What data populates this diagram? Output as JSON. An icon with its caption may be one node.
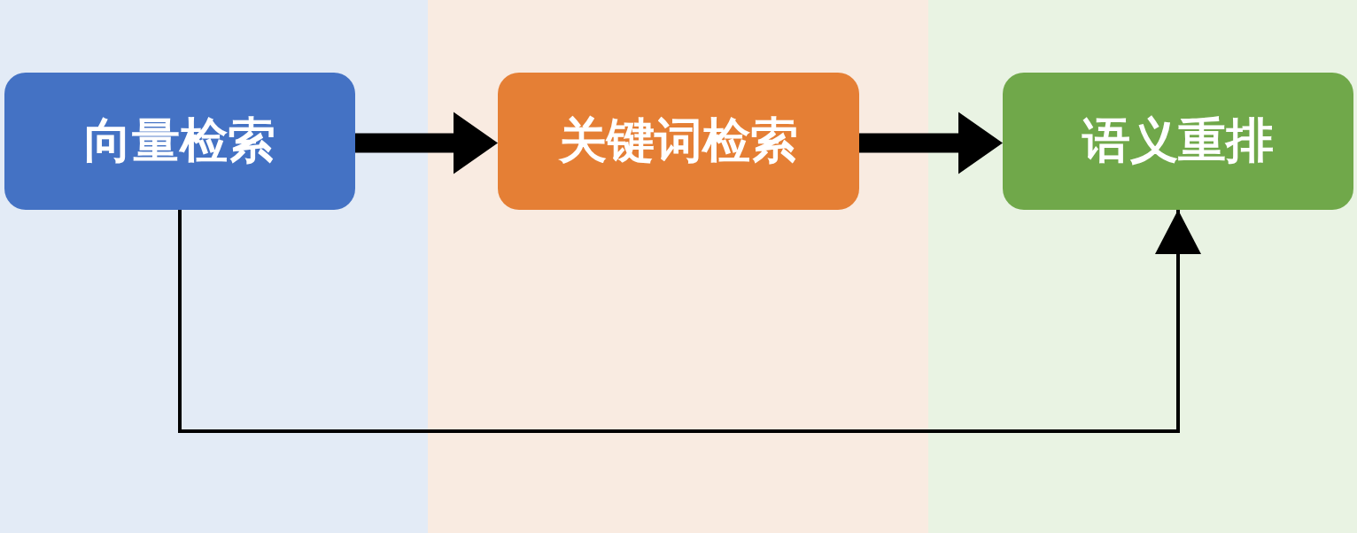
{
  "diagram": {
    "nodes": [
      {
        "text": [
          "向量检索"
        ]
      },
      {
        "text": [
          "关键词检索"
        ]
      },
      {
        "text": [
          "语义重排"
        ]
      }
    ],
    "edges": [
      {
        "from": 0,
        "to": 1,
        "arrow": "to",
        "style": "thick"
      },
      {
        "from": 1,
        "to": 2,
        "arrow": "to",
        "style": "thick"
      },
      {
        "from": 0,
        "to": 2,
        "arrow": "to"
      }
    ]
  }
}
